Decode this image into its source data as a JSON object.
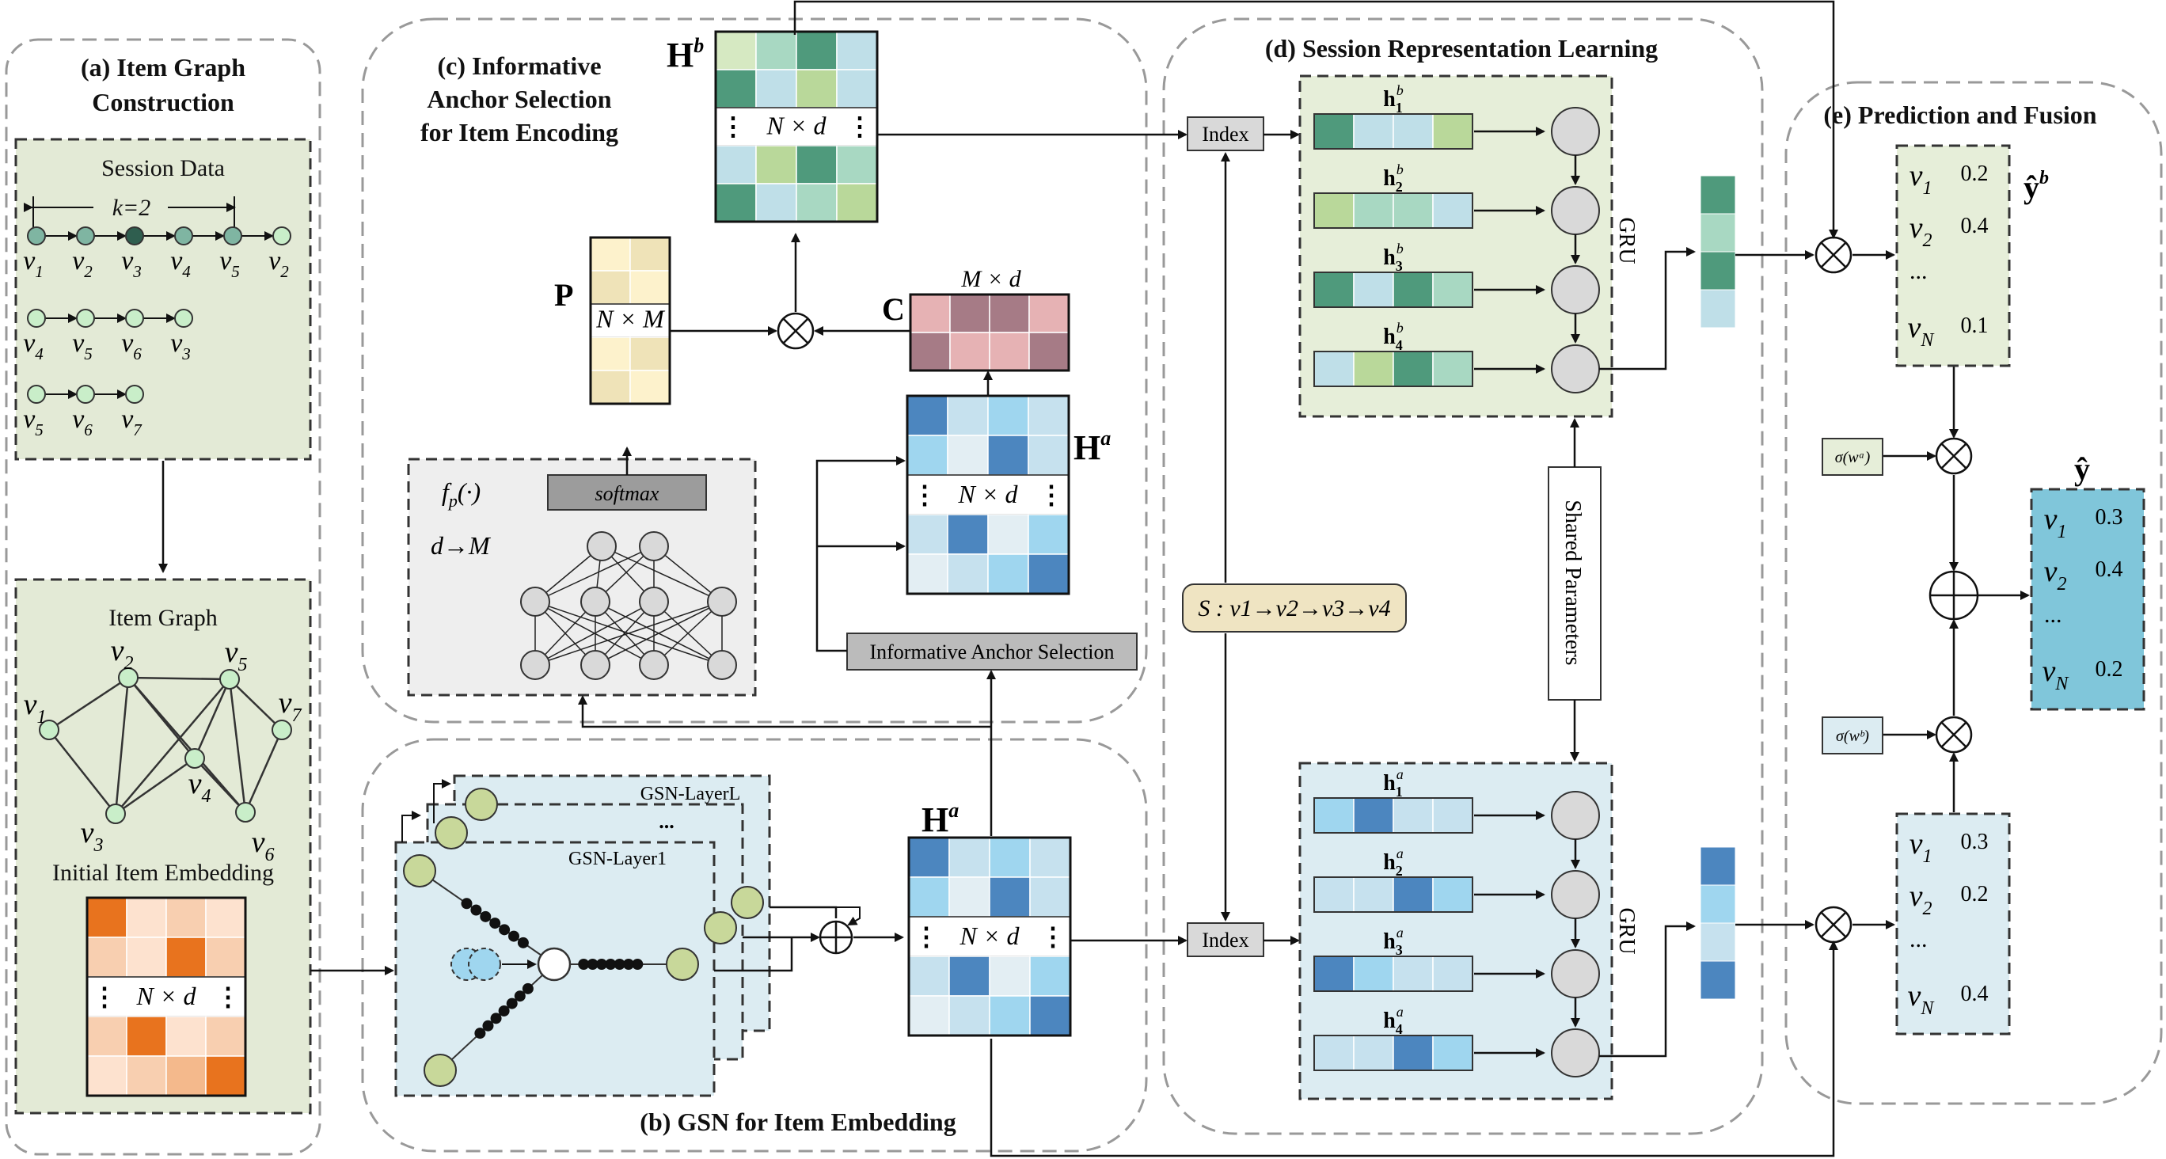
{
  "panels": {
    "a": {
      "title_line1": "(a) Item Graph",
      "title_line2": "Construction"
    },
    "b": {
      "title": "(b) GSN for Item Embedding"
    },
    "c": {
      "title_line1": "(c) Informative",
      "title_line2": "Anchor Selection",
      "title_line3": "for Item Encoding"
    },
    "d": {
      "title": "(d) Session Representation Learning"
    },
    "e": {
      "title": "(e) Prediction and Fusion"
    }
  },
  "session_data": {
    "title": "Session Data",
    "window_label": "k=2",
    "row1": [
      "v1",
      "v2",
      "v3",
      "v4",
      "v5",
      "v2"
    ],
    "row2": [
      "v4",
      "v5",
      "v6",
      "v3"
    ],
    "row3": [
      "v5",
      "v6",
      "v7"
    ]
  },
  "item_graph": {
    "title": "Item Graph",
    "nodes": [
      "v1",
      "v2",
      "v5",
      "v7",
      "v4",
      "v3",
      "v6"
    ]
  },
  "initial_embedding": {
    "title": "Initial Item Embedding",
    "dims": "N × d",
    "dots": "⋮"
  },
  "gsn": {
    "layer_top": "GSN-LayerL",
    "layer_first": "GSN-Layer1",
    "ellipsis": "..."
  },
  "matrices": {
    "Hb": {
      "label": "H",
      "sup": "b",
      "dims": "N × d"
    },
    "Ha_top": {
      "label": "H",
      "sup": "a",
      "dims": "N × d"
    },
    "Ha_bottom": {
      "label": "H",
      "sup": "a",
      "dims": "N × d"
    },
    "P": {
      "label": "P",
      "dims": "N × M"
    },
    "C": {
      "label": "C",
      "dims": "M × d"
    }
  },
  "anchor": {
    "fp": "f",
    "fp_sub": "p",
    "fp_arg": "(·)",
    "dim_map": "d→M",
    "softmax": "softmax",
    "selection_box": "Informative Anchor Selection"
  },
  "session_repr": {
    "index_label": "Index",
    "gru_label": "GRU",
    "shared_params": "Shared Parameters",
    "session_seq": "S : v1→v2→v3→v4",
    "top_h": [
      "h1",
      "h2",
      "h3",
      "h4"
    ],
    "top_h_sup": "b",
    "bottom_h": [
      "h1",
      "h2",
      "h3",
      "h4"
    ],
    "bottom_h_sup": "a"
  },
  "prediction": {
    "yb_label": "ŷ",
    "yb_sup": "b",
    "y_label": "ŷ",
    "sigma_a": "σ(wᵃ)",
    "sigma_b": "σ(wᵇ)",
    "top_list": [
      {
        "item": "v1",
        "score": "0.2"
      },
      {
        "item": "v2",
        "score": "0.4"
      },
      {
        "item": "...",
        "score": ""
      },
      {
        "item": "vN",
        "score": "0.1"
      }
    ],
    "final_list": [
      {
        "item": "v1",
        "score": "0.3"
      },
      {
        "item": "v2",
        "score": "0.4"
      },
      {
        "item": "...",
        "score": ""
      },
      {
        "item": "vN",
        "score": "0.2"
      }
    ],
    "bottom_list": [
      {
        "item": "v1",
        "score": "0.3"
      },
      {
        "item": "v2",
        "score": "0.2"
      },
      {
        "item": "...",
        "score": ""
      },
      {
        "item": "vN",
        "score": "0.4"
      }
    ]
  },
  "colors": {
    "green_panel": "#e3ead6",
    "blue_panel": "#dcecf2",
    "grey_panel": "#eeeeee",
    "orange_dark": "#e8731e",
    "teal_dark": "#4f9a7c",
    "blue_dark": "#4c86bf",
    "pink": "#e6b2b4",
    "mauve": "#a67b86",
    "cream": "#fdf2cc",
    "tan": "#efe3b8",
    "session_box": "#efe4c2"
  }
}
